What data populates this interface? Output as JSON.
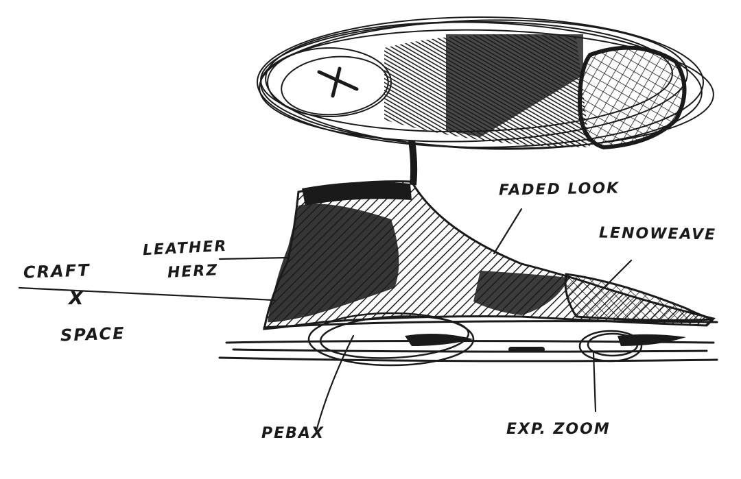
{
  "title": "Shoe design marker sketch",
  "ink_color": "#1a1a1a",
  "background_color": "#ffffff",
  "labels": {
    "craft": "CRAFT",
    "craft_x": "X",
    "space": "SPACE",
    "leather": "LEATHER",
    "herz": "HERZ",
    "faded_look": "FADED LOOK",
    "lenoweave": "LENOWEAVE",
    "pebax": "PEBAX",
    "exp_zoom": "EXP. ZOOM"
  },
  "views": [
    {
      "name": "outsole-top-view",
      "description": "Sole viewed from below with crosshatched forefoot pod"
    },
    {
      "name": "side-profile-view",
      "description": "High-top shoe side profile with hatched upper and cushioning units"
    }
  ]
}
